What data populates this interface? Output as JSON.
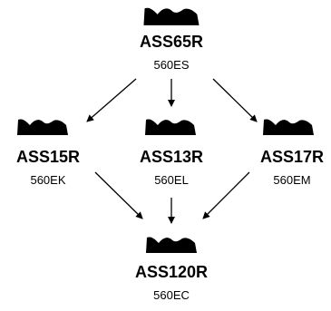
{
  "diagram": {
    "nodes": [
      {
        "id": "top",
        "name": "ASS65R",
        "code": "560ES"
      },
      {
        "id": "left",
        "name": "ASS15R",
        "code": "560EK"
      },
      {
        "id": "center",
        "name": "ASS13R",
        "code": "560EL"
      },
      {
        "id": "right",
        "name": "ASS17R",
        "code": "560EM"
      },
      {
        "id": "bottom",
        "name": "ASS120R",
        "code": "560EC"
      }
    ],
    "edges": [
      {
        "from": "top",
        "to": "left"
      },
      {
        "from": "top",
        "to": "center"
      },
      {
        "from": "top",
        "to": "right"
      },
      {
        "from": "left",
        "to": "bottom"
      },
      {
        "from": "center",
        "to": "bottom"
      },
      {
        "from": "right",
        "to": "bottom"
      }
    ],
    "colors": {
      "ink": "#000000",
      "background": "#ffffff"
    },
    "icon": "fragment-silhouette-icon"
  }
}
